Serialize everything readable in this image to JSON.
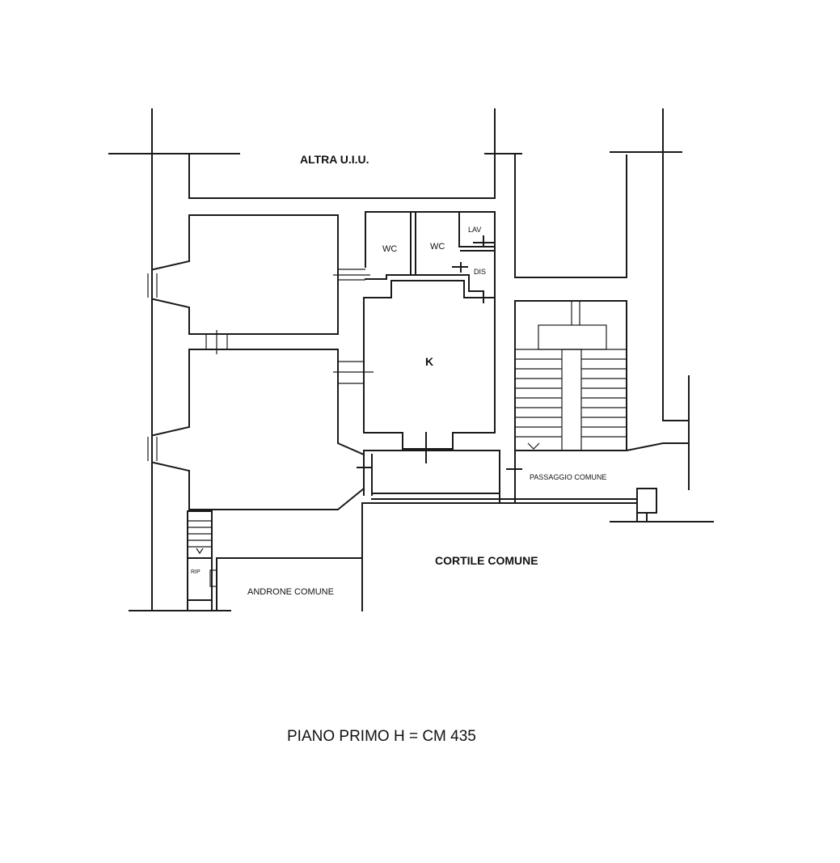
{
  "labels": {
    "altra_uiu": "ALTRA U.I.U.",
    "wc_1": "WC",
    "wc_2": "WC",
    "lav": "LAV",
    "dis": "DIS",
    "kitchen": "K",
    "passaggio": "PASSAGGIO COMUNE",
    "cortile": "CORTILE COMUNE",
    "androne": "ANDRONE COMUNE",
    "rip": "RIP"
  },
  "caption": "PIANO PRIMO H = CM 435",
  "colors": {
    "line": "#1a1a1a",
    "background": "#ffffff"
  }
}
